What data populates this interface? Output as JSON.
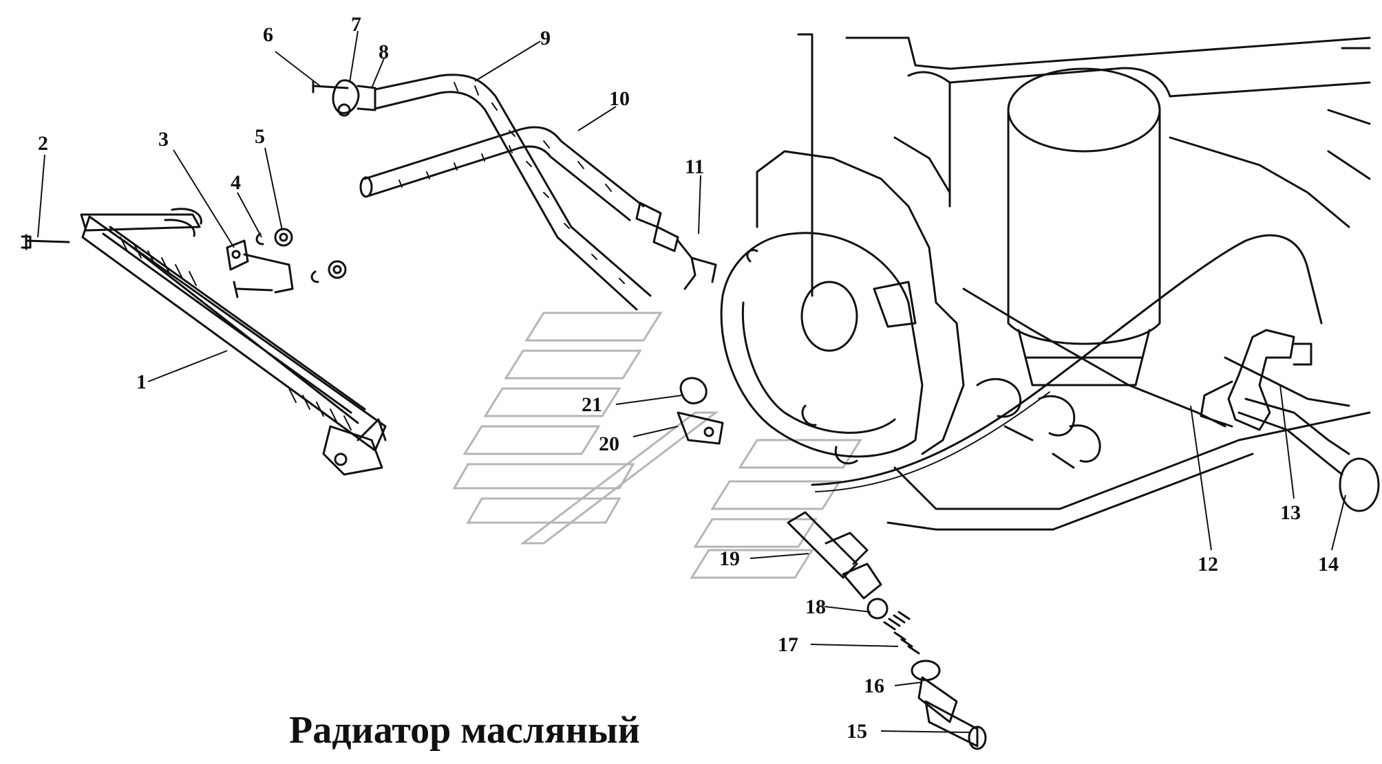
{
  "title": "Радиатор масляный",
  "callouts": [
    "1",
    "2",
    "3",
    "4",
    "5",
    "6",
    "7",
    "8",
    "9",
    "10",
    "11",
    "12",
    "13",
    "14",
    "15",
    "16",
    "17",
    "18",
    "19",
    "20",
    "21"
  ],
  "colors": {
    "ink": "#111111",
    "watermark": "#b5b5b5",
    "background": "#ffffff"
  }
}
